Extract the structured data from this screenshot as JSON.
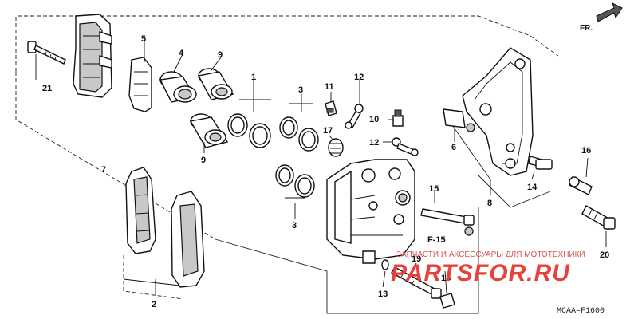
{
  "diagram": {
    "direction_badge": "FR.",
    "parts": {
      "p1": "1",
      "p2": "2",
      "p3a": "3",
      "p3b": "3",
      "p4": "4",
      "p5": "5",
      "p6": "6",
      "p7": "7",
      "p8": "8",
      "p9a": "9",
      "p9b": "9",
      "p10": "10",
      "p11": "11",
      "p12a": "12",
      "p12b": "12",
      "p13": "13",
      "p14": "14",
      "p15": "15",
      "p16": "16",
      "p17": "17",
      "p18": "18",
      "p19": "19",
      "p20": "20",
      "p21": "21"
    },
    "reference": "F-15",
    "watermark_small": "ЗАПЧАСТИ И АКСЕССУАРЫ ДЛЯ МОТОТЕХНИКИ",
    "watermark_big": "PARTSFOR.RU",
    "catalog_code": "MCAA–F1600"
  },
  "colors": {
    "ink": "#111111",
    "watermark": "#e8403a"
  }
}
